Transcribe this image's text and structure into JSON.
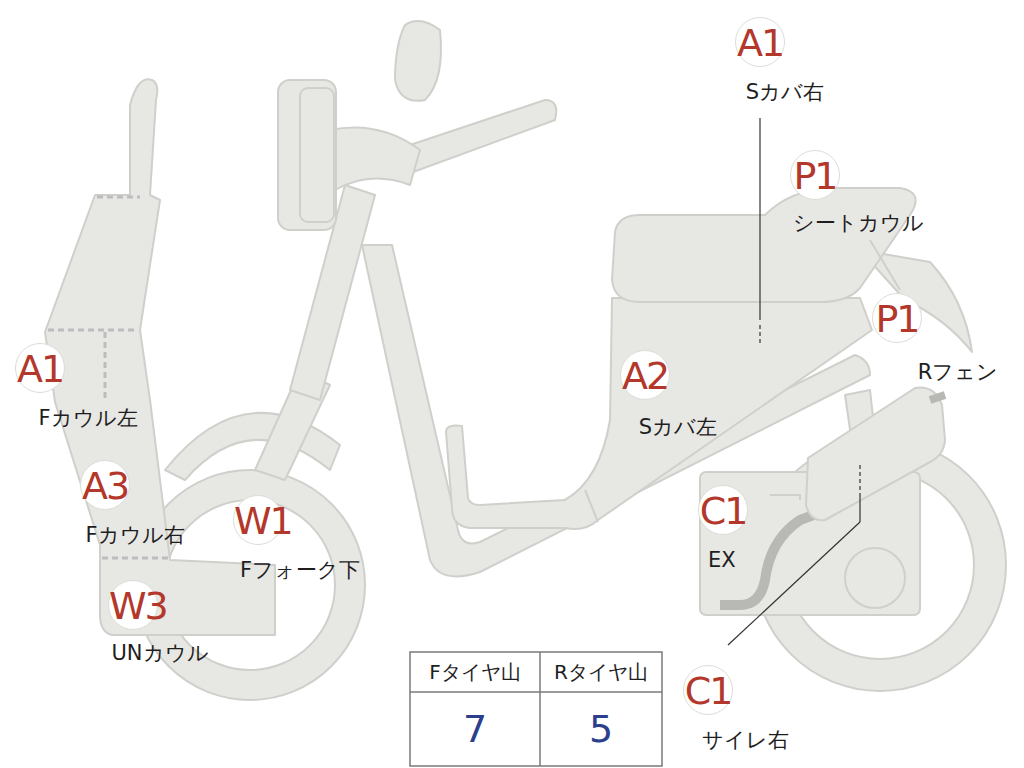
{
  "diagram": {
    "nodes": [
      {
        "text": [
          "A1",
          "Sカバ右"
        ]
      },
      {
        "text": [
          "P1",
          "シートカウル"
        ]
      },
      {
        "text": [
          "P1",
          "Rフェン"
        ]
      },
      {
        "text": [
          "A1",
          "Fカウル左"
        ]
      },
      {
        "text": [
          "A2",
          "Sカバ左"
        ]
      },
      {
        "text": [
          "A3",
          "Fカウル右"
        ]
      },
      {
        "text": [
          "W1",
          "Fフォーク下"
        ]
      },
      {
        "text": [
          "C1",
          "EX"
        ]
      },
      {
        "text": [
          "W3",
          "UNカウル"
        ]
      },
      {
        "text": [
          "C1",
          "サイレ右"
        ]
      }
    ],
    "labels": [
      "Fタイヤ山",
      "Rタイヤ山",
      "7",
      "5"
    ]
  }
}
